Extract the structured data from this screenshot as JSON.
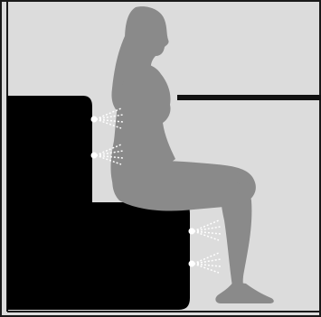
{
  "colors": {
    "background": "#dcdcdc",
    "frame": "#1a1a1a",
    "bench": "#000000",
    "figure": "#8a8a8a",
    "waterline": "#111111",
    "jet_spray": "#ffffff"
  },
  "diagram": {
    "subject": "seated-woman-silhouette",
    "upper_bench_jets": 2,
    "lower_seat_jets": 2
  }
}
